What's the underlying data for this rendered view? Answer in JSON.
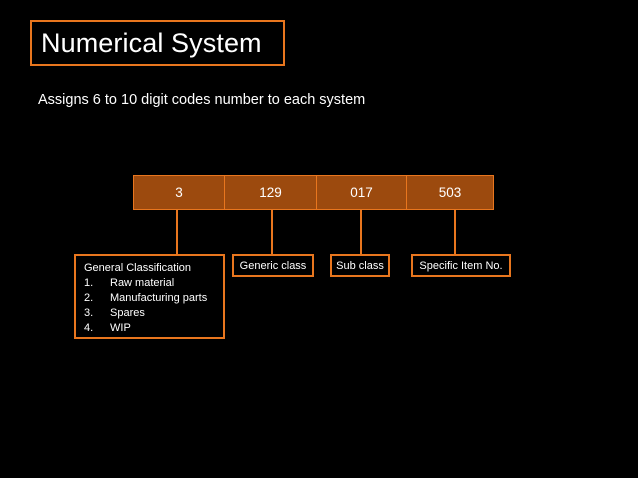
{
  "slide": {
    "title": "Numerical System",
    "subtitle": "Assigns 6 to 10 digit codes number to each system"
  },
  "code_bar": {
    "segments": [
      {
        "value": "3"
      },
      {
        "value": "129"
      },
      {
        "value": "017"
      },
      {
        "value": "503"
      }
    ]
  },
  "labels": {
    "general_classification": {
      "title": "General Classification",
      "items": [
        {
          "number": "1.",
          "text": "Raw material"
        },
        {
          "number": "2.",
          "text": "Manufacturing parts"
        },
        {
          "number": "3.",
          "text": "Spares"
        },
        {
          "number": "4.",
          "text": "WIP"
        }
      ]
    },
    "generic_class": "Generic class",
    "sub_class": "Sub class",
    "specific_item_no": "Specific Item No."
  },
  "colors": {
    "background": "#000000",
    "accent_border": "#E8761E",
    "bar_fill": "#9C4A0E",
    "text": "#FFFFFF"
  }
}
